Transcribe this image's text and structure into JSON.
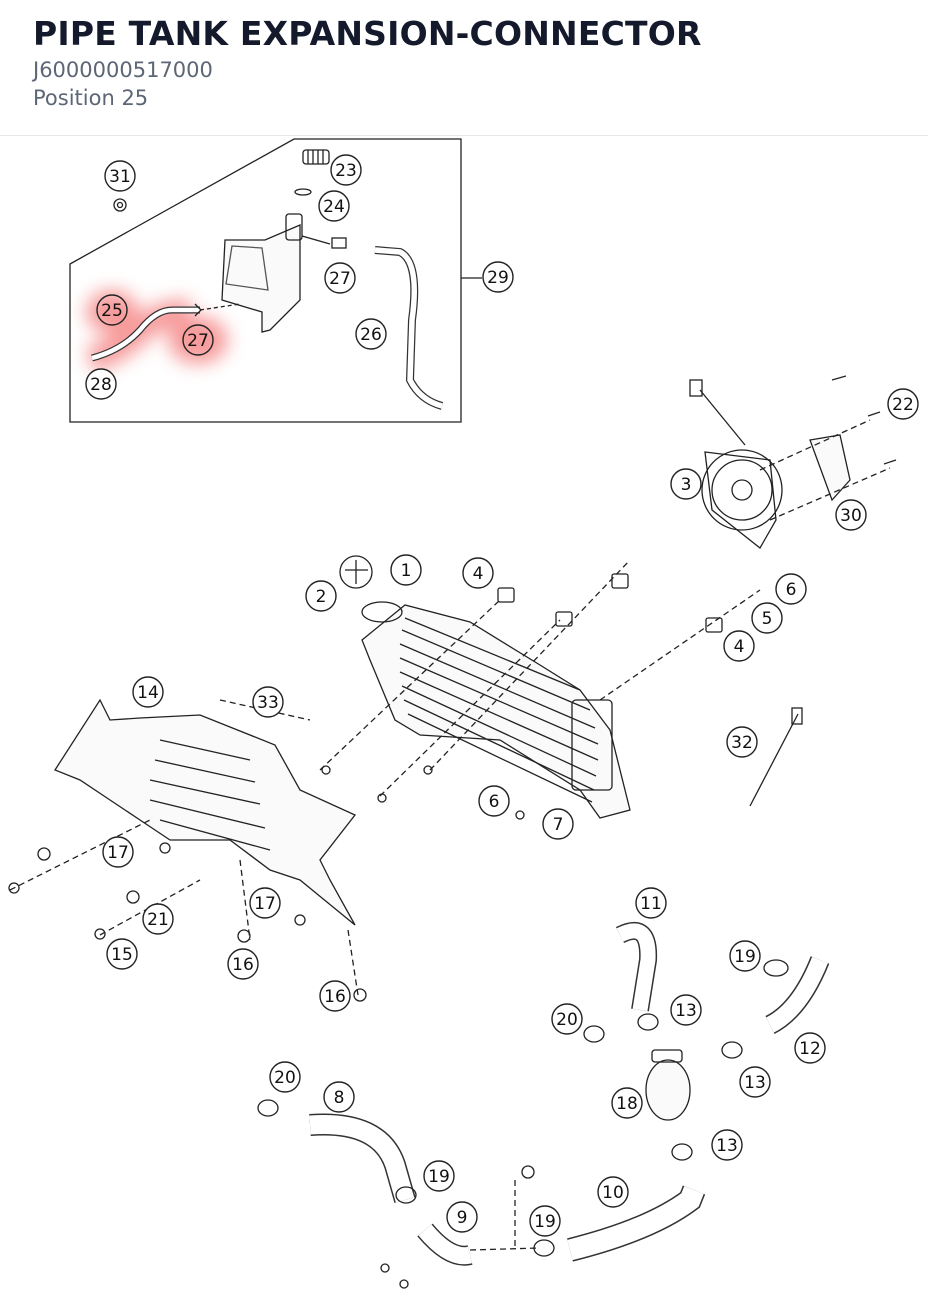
{
  "header": {
    "title": "PIPE TANK EXPANSION-CONNECTOR",
    "part_number": "J6000000517000",
    "position": "Position 25"
  },
  "diagram": {
    "highlight_color": "#f04848",
    "callouts": [
      {
        "id": "c31",
        "label": "31",
        "highlighted": false
      },
      {
        "id": "c23",
        "label": "23",
        "highlighted": false
      },
      {
        "id": "c24",
        "label": "24",
        "highlighted": false
      },
      {
        "id": "c27a",
        "label": "27",
        "highlighted": false
      },
      {
        "id": "c29",
        "label": "29",
        "highlighted": false
      },
      {
        "id": "c25",
        "label": "25",
        "highlighted": true
      },
      {
        "id": "c27b",
        "label": "27",
        "highlighted": true
      },
      {
        "id": "c26",
        "label": "26",
        "highlighted": false
      },
      {
        "id": "c28",
        "label": "28",
        "highlighted": false
      },
      {
        "id": "c22",
        "label": "22",
        "highlighted": false
      },
      {
        "id": "c3",
        "label": "3",
        "highlighted": false
      },
      {
        "id": "c30",
        "label": "30",
        "highlighted": false
      },
      {
        "id": "c1",
        "label": "1",
        "highlighted": false
      },
      {
        "id": "c2",
        "label": "2",
        "highlighted": false
      },
      {
        "id": "c4a",
        "label": "4",
        "highlighted": false
      },
      {
        "id": "c6a",
        "label": "6",
        "highlighted": false
      },
      {
        "id": "c5",
        "label": "5",
        "highlighted": false
      },
      {
        "id": "c4b",
        "label": "4",
        "highlighted": false
      },
      {
        "id": "c14",
        "label": "14",
        "highlighted": false
      },
      {
        "id": "c33",
        "label": "33",
        "highlighted": false
      },
      {
        "id": "c32",
        "label": "32",
        "highlighted": false
      },
      {
        "id": "c6b",
        "label": "6",
        "highlighted": false
      },
      {
        "id": "c7",
        "label": "7",
        "highlighted": false
      },
      {
        "id": "c17a",
        "label": "17",
        "highlighted": false
      },
      {
        "id": "c17b",
        "label": "17",
        "highlighted": false
      },
      {
        "id": "c21",
        "label": "21",
        "highlighted": false
      },
      {
        "id": "c15",
        "label": "15",
        "highlighted": false
      },
      {
        "id": "c16a",
        "label": "16",
        "highlighted": false
      },
      {
        "id": "c16b",
        "label": "16",
        "highlighted": false
      },
      {
        "id": "c11",
        "label": "11",
        "highlighted": false
      },
      {
        "id": "c19a",
        "label": "19",
        "highlighted": false
      },
      {
        "id": "c20a",
        "label": "20",
        "highlighted": false
      },
      {
        "id": "c13a",
        "label": "13",
        "highlighted": false
      },
      {
        "id": "c12",
        "label": "12",
        "highlighted": false
      },
      {
        "id": "c13b",
        "label": "13",
        "highlighted": false
      },
      {
        "id": "c18",
        "label": "18",
        "highlighted": false
      },
      {
        "id": "c13c",
        "label": "13",
        "highlighted": false
      },
      {
        "id": "c20b",
        "label": "20",
        "highlighted": false
      },
      {
        "id": "c8",
        "label": "8",
        "highlighted": false
      },
      {
        "id": "c19b",
        "label": "19",
        "highlighted": false
      },
      {
        "id": "c10",
        "label": "10",
        "highlighted": false
      },
      {
        "id": "c9",
        "label": "9",
        "highlighted": false
      },
      {
        "id": "c19c",
        "label": "19",
        "highlighted": false
      }
    ]
  }
}
